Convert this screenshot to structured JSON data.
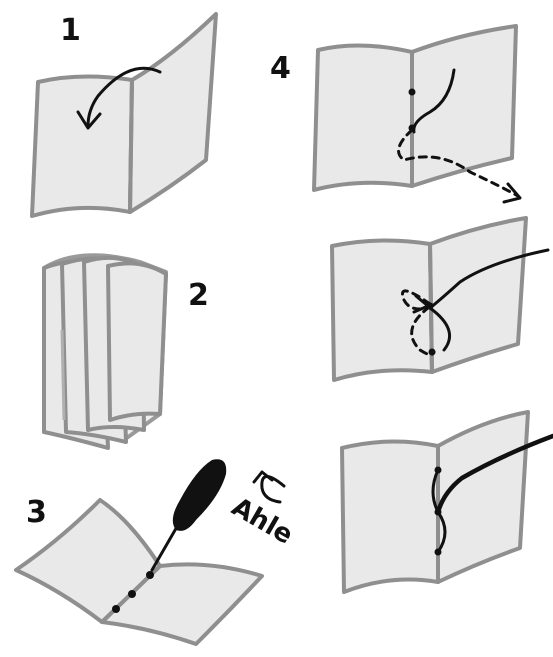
{
  "steps": {
    "step1": {
      "number": "1"
    },
    "step2": {
      "number": "2"
    },
    "step3": {
      "number": "3",
      "tool_label": "Ahle"
    },
    "step4": {
      "number": "4"
    }
  },
  "colors": {
    "paper_fill": "#e9e9e9",
    "paper_edge": "#8f8f8f",
    "ink": "#111111"
  },
  "icons": {
    "fold_arrow": "curved-arrow-icon",
    "awl": "awl-icon",
    "turn_arrow": "curved-arrow-icon"
  }
}
